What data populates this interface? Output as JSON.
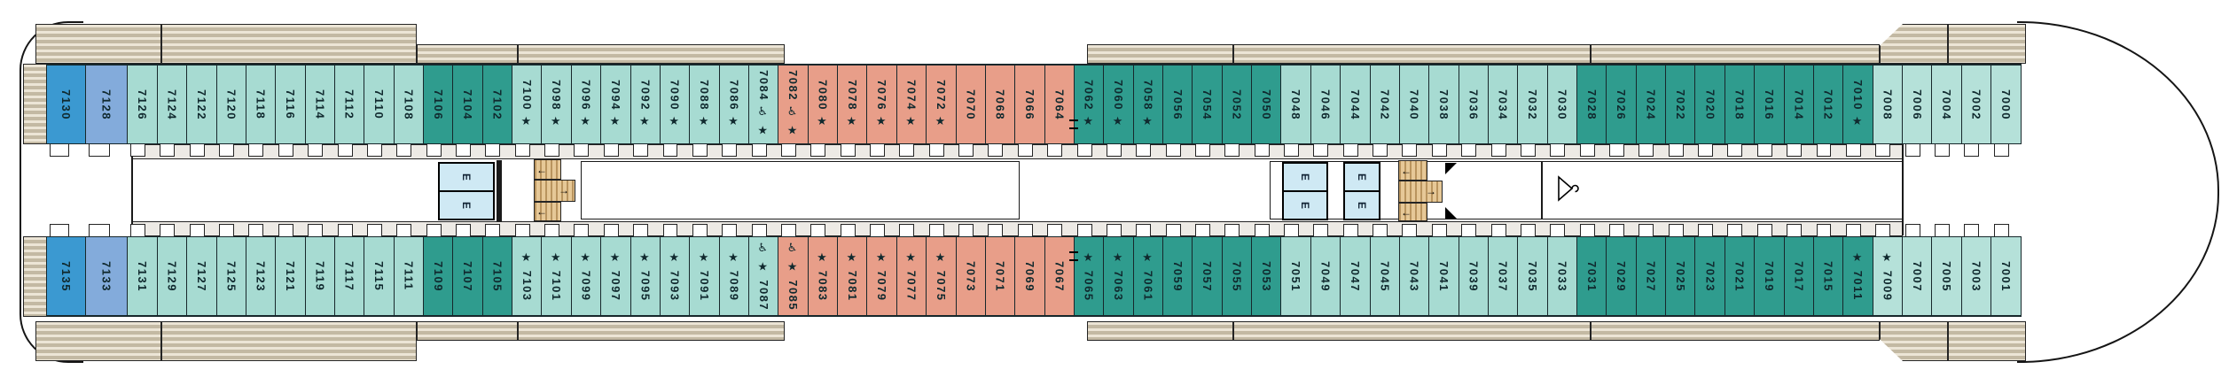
{
  "deck": {
    "name": "deck-7-plan",
    "symbol_meanings": {
      "star": "★",
      "wheelchair": "♿",
      "connecting": "="
    },
    "top_row": [
      {
        "n": "7130",
        "c": "blue2",
        "s": ""
      },
      {
        "n": "7128",
        "c": "blue1",
        "s": ""
      },
      {
        "n": "7126",
        "c": "pale",
        "s": ""
      },
      {
        "n": "7124",
        "c": "pale",
        "s": ""
      },
      {
        "n": "7122",
        "c": "pale",
        "s": ""
      },
      {
        "n": "7120",
        "c": "pale",
        "s": ""
      },
      {
        "n": "7118",
        "c": "pale",
        "s": ""
      },
      {
        "n": "7116",
        "c": "pale",
        "s": ""
      },
      {
        "n": "7114",
        "c": "pale",
        "s": ""
      },
      {
        "n": "7112",
        "c": "pale",
        "s": ""
      },
      {
        "n": "7110",
        "c": "pale",
        "s": ""
      },
      {
        "n": "7108",
        "c": "pale",
        "s": ""
      },
      {
        "n": "7106",
        "c": "dark",
        "s": ""
      },
      {
        "n": "7104",
        "c": "dark",
        "s": ""
      },
      {
        "n": "7102",
        "c": "dark",
        "s": ""
      },
      {
        "n": "7100",
        "c": "pale",
        "s": "star"
      },
      {
        "n": "7098",
        "c": "pale",
        "s": "star"
      },
      {
        "n": "7096",
        "c": "pale",
        "s": "star"
      },
      {
        "n": "7094",
        "c": "pale",
        "s": "star"
      },
      {
        "n": "7092",
        "c": "pale",
        "s": "star"
      },
      {
        "n": "7090",
        "c": "pale",
        "s": "star"
      },
      {
        "n": "7088",
        "c": "pale",
        "s": "star"
      },
      {
        "n": "7086",
        "c": "pale",
        "s": "star"
      },
      {
        "n": "7084",
        "c": "pale",
        "s": "wc-star"
      },
      {
        "n": "7082",
        "c": "salmon",
        "s": "wc-star"
      },
      {
        "n": "7080",
        "c": "salmon",
        "s": "star"
      },
      {
        "n": "7078",
        "c": "salmon",
        "s": "star"
      },
      {
        "n": "7076",
        "c": "salmon",
        "s": "star"
      },
      {
        "n": "7074",
        "c": "salmon",
        "s": "star"
      },
      {
        "n": "7072",
        "c": "salmon",
        "s": "star"
      },
      {
        "n": "7070",
        "c": "salmon",
        "s": ""
      },
      {
        "n": "7068",
        "c": "salmon",
        "s": ""
      },
      {
        "n": "7066",
        "c": "salmon",
        "s": ""
      },
      {
        "n": "7064",
        "c": "salmon",
        "s": ""
      },
      {
        "n": "7062",
        "c": "dark",
        "s": "star",
        "conn": true
      },
      {
        "n": "7060",
        "c": "dark",
        "s": "star"
      },
      {
        "n": "7058",
        "c": "dark",
        "s": "star"
      },
      {
        "n": "7056",
        "c": "dark",
        "s": ""
      },
      {
        "n": "7054",
        "c": "dark",
        "s": ""
      },
      {
        "n": "7052",
        "c": "dark",
        "s": ""
      },
      {
        "n": "7050",
        "c": "dark",
        "s": ""
      },
      {
        "n": "7048",
        "c": "pale",
        "s": ""
      },
      {
        "n": "7046",
        "c": "pale",
        "s": ""
      },
      {
        "n": "7044",
        "c": "pale",
        "s": ""
      },
      {
        "n": "7042",
        "c": "pale",
        "s": ""
      },
      {
        "n": "7040",
        "c": "pale",
        "s": ""
      },
      {
        "n": "7038",
        "c": "pale",
        "s": ""
      },
      {
        "n": "7036",
        "c": "pale",
        "s": ""
      },
      {
        "n": "7034",
        "c": "pale",
        "s": ""
      },
      {
        "n": "7032",
        "c": "pale",
        "s": ""
      },
      {
        "n": "7030",
        "c": "pale",
        "s": ""
      },
      {
        "n": "7028",
        "c": "dark",
        "s": ""
      },
      {
        "n": "7026",
        "c": "dark",
        "s": ""
      },
      {
        "n": "7024",
        "c": "dark",
        "s": ""
      },
      {
        "n": "7022",
        "c": "dark",
        "s": ""
      },
      {
        "n": "7020",
        "c": "dark",
        "s": ""
      },
      {
        "n": "7018",
        "c": "dark",
        "s": ""
      },
      {
        "n": "7016",
        "c": "dark",
        "s": ""
      },
      {
        "n": "7014",
        "c": "dark",
        "s": ""
      },
      {
        "n": "7012",
        "c": "dark",
        "s": ""
      },
      {
        "n": "7010",
        "c": "dark",
        "s": "star"
      },
      {
        "n": "7008",
        "c": "bow",
        "s": ""
      },
      {
        "n": "7006",
        "c": "bow",
        "s": ""
      },
      {
        "n": "7004",
        "c": "bow",
        "s": ""
      },
      {
        "n": "7002",
        "c": "bow",
        "s": ""
      },
      {
        "n": "7000",
        "c": "bow",
        "s": ""
      }
    ],
    "bottom_row": [
      {
        "n": "7135",
        "c": "blue2",
        "s": ""
      },
      {
        "n": "7133",
        "c": "blue1",
        "s": ""
      },
      {
        "n": "7131",
        "c": "pale",
        "s": ""
      },
      {
        "n": "7129",
        "c": "pale",
        "s": ""
      },
      {
        "n": "7127",
        "c": "pale",
        "s": ""
      },
      {
        "n": "7125",
        "c": "pale",
        "s": ""
      },
      {
        "n": "7123",
        "c": "pale",
        "s": ""
      },
      {
        "n": "7121",
        "c": "pale",
        "s": ""
      },
      {
        "n": "7119",
        "c": "pale",
        "s": ""
      },
      {
        "n": "7117",
        "c": "pale",
        "s": ""
      },
      {
        "n": "7115",
        "c": "pale",
        "s": ""
      },
      {
        "n": "7111",
        "c": "pale",
        "s": ""
      },
      {
        "n": "7109",
        "c": "dark",
        "s": ""
      },
      {
        "n": "7107",
        "c": "dark",
        "s": ""
      },
      {
        "n": "7105",
        "c": "dark",
        "s": ""
      },
      {
        "n": "7103",
        "c": "pale",
        "s": "star"
      },
      {
        "n": "7101",
        "c": "pale",
        "s": "star"
      },
      {
        "n": "7099",
        "c": "pale",
        "s": "star"
      },
      {
        "n": "7097",
        "c": "pale",
        "s": "star"
      },
      {
        "n": "7095",
        "c": "pale",
        "s": "star"
      },
      {
        "n": "7093",
        "c": "pale",
        "s": "star"
      },
      {
        "n": "7091",
        "c": "pale",
        "s": "star"
      },
      {
        "n": "7089",
        "c": "pale",
        "s": "star"
      },
      {
        "n": "7087",
        "c": "pale",
        "s": "wc-star"
      },
      {
        "n": "7085",
        "c": "salmon",
        "s": "wc-star"
      },
      {
        "n": "7083",
        "c": "salmon",
        "s": "star"
      },
      {
        "n": "7081",
        "c": "salmon",
        "s": "star"
      },
      {
        "n": "7079",
        "c": "salmon",
        "s": "star"
      },
      {
        "n": "7077",
        "c": "salmon",
        "s": "star"
      },
      {
        "n": "7075",
        "c": "salmon",
        "s": "star"
      },
      {
        "n": "7073",
        "c": "salmon",
        "s": ""
      },
      {
        "n": "7071",
        "c": "salmon",
        "s": ""
      },
      {
        "n": "7069",
        "c": "salmon",
        "s": ""
      },
      {
        "n": "7067",
        "c": "salmon",
        "s": ""
      },
      {
        "n": "7065",
        "c": "dark",
        "s": "star",
        "conn": true
      },
      {
        "n": "7063",
        "c": "dark",
        "s": "star"
      },
      {
        "n": "7061",
        "c": "dark",
        "s": "star"
      },
      {
        "n": "7059",
        "c": "dark",
        "s": ""
      },
      {
        "n": "7057",
        "c": "dark",
        "s": ""
      },
      {
        "n": "7055",
        "c": "dark",
        "s": ""
      },
      {
        "n": "7053",
        "c": "dark",
        "s": ""
      },
      {
        "n": "7051",
        "c": "pale",
        "s": ""
      },
      {
        "n": "7049",
        "c": "pale",
        "s": ""
      },
      {
        "n": "7047",
        "c": "pale",
        "s": ""
      },
      {
        "n": "7045",
        "c": "pale",
        "s": ""
      },
      {
        "n": "7043",
        "c": "pale",
        "s": ""
      },
      {
        "n": "7041",
        "c": "pale",
        "s": ""
      },
      {
        "n": "7039",
        "c": "pale",
        "s": ""
      },
      {
        "n": "7037",
        "c": "pale",
        "s": ""
      },
      {
        "n": "7035",
        "c": "pale",
        "s": ""
      },
      {
        "n": "7033",
        "c": "pale",
        "s": ""
      },
      {
        "n": "7031",
        "c": "dark",
        "s": ""
      },
      {
        "n": "7029",
        "c": "dark",
        "s": ""
      },
      {
        "n": "7027",
        "c": "dark",
        "s": ""
      },
      {
        "n": "7025",
        "c": "dark",
        "s": ""
      },
      {
        "n": "7023",
        "c": "dark",
        "s": ""
      },
      {
        "n": "7021",
        "c": "dark",
        "s": ""
      },
      {
        "n": "7019",
        "c": "dark",
        "s": ""
      },
      {
        "n": "7017",
        "c": "dark",
        "s": ""
      },
      {
        "n": "7015",
        "c": "dark",
        "s": ""
      },
      {
        "n": "7011",
        "c": "dark",
        "s": "star"
      },
      {
        "n": "7009",
        "c": "bow",
        "s": "star"
      },
      {
        "n": "7007",
        "c": "bow",
        "s": ""
      },
      {
        "n": "7005",
        "c": "bow",
        "s": ""
      },
      {
        "n": "7003",
        "c": "bow",
        "s": ""
      },
      {
        "n": "7001",
        "c": "bow",
        "s": ""
      }
    ]
  },
  "features": {
    "elevator_label": "E",
    "stair_arrows": [
      "←",
      "→",
      "←"
    ],
    "hanger_icon": "clothes-hanger"
  },
  "colors": {
    "cabin_dark_blue": "#3b99d1",
    "cabin_light_blue": "#83abdb",
    "cabin_pale_teal": "#a7dbd2",
    "cabin_dark_teal": "#2f9c8e",
    "cabin_salmon": "#e89e89",
    "cabin_bow_pale": "#b5e1d9",
    "elevator_fill": "#cfe9f4",
    "stair_tan": "#e6c897",
    "band_tan": "#c3b9a3",
    "corridor_gray": "#edeae5"
  }
}
